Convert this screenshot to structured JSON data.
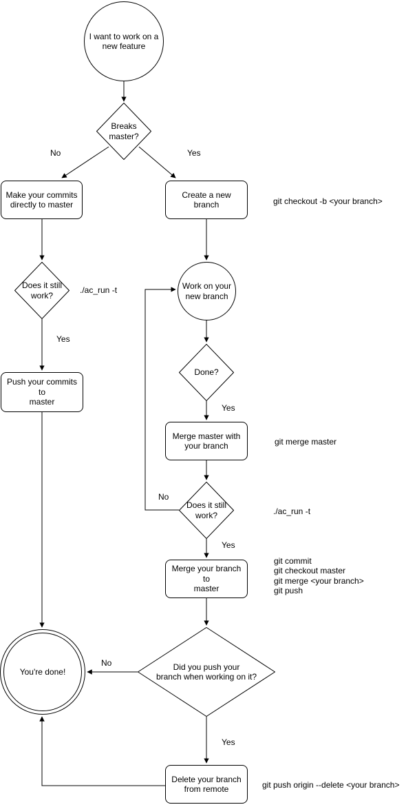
{
  "nodes": {
    "start": {
      "label": "I want to work on a\nnew feature"
    },
    "breaks_master": {
      "label": "Breaks\nmaster?"
    },
    "make_commits": {
      "label": "Make your commits\ndirectly to master"
    },
    "create_branch": {
      "label": "Create a new branch"
    },
    "still_work_1": {
      "label": "Does it still\nwork?"
    },
    "work_branch": {
      "label": "Work on your\nnew branch"
    },
    "push_commits": {
      "label": "Push your commits to\nmaster"
    },
    "done_question": {
      "label": "Done?"
    },
    "merge_master": {
      "label": "Merge master with\nyour branch"
    },
    "still_work_2": {
      "label": "Does it still\nwork?"
    },
    "merge_branch": {
      "label": "Merge your branch to\nmaster"
    },
    "did_push": {
      "label": "Did you push your\nbranch when working on it?"
    },
    "done": {
      "label": "You're done!"
    },
    "delete_remote": {
      "label": "Delete your branch\nfrom remote"
    }
  },
  "edge_labels": {
    "breaks_no": "No",
    "breaks_yes": "Yes",
    "still1_yes": "Yes",
    "doneq_yes": "Yes",
    "still2_no": "No",
    "still2_yes": "Yes",
    "didpush_no": "No",
    "didpush_yes": "Yes"
  },
  "annotations": {
    "checkout_cmd": "git checkout -b <your branch>",
    "ac_run_1": "./ac_run -t",
    "merge_master_cmd": "git merge master",
    "ac_run_2": "./ac_run -t",
    "merge_branch_cmds": "git commit\ngit checkout master\ngit merge <your branch>\ngit push",
    "delete_cmd": "git push origin --delete <your branch>"
  },
  "colors": {
    "stroke": "#000000",
    "fill": "#ffffff",
    "text": "#000000"
  }
}
